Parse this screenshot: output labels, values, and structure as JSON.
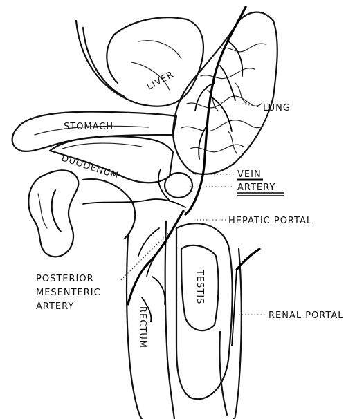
{
  "labels": {
    "liver": "LIVER",
    "stomach": "STOMACH",
    "duodenum": "DUODENUM",
    "lung": "LUNG",
    "vein": "VEIN",
    "artery": "ARTERY",
    "hepatic_portal": "HEPATIC PORTAL",
    "posterior_mesenteric_artery": [
      "POSTERIOR",
      "MESENTERIC",
      "ARTERY"
    ],
    "testis": "TESTIS",
    "rectum": "RECTUM",
    "renal_portal": "RENAL PORTAL"
  }
}
